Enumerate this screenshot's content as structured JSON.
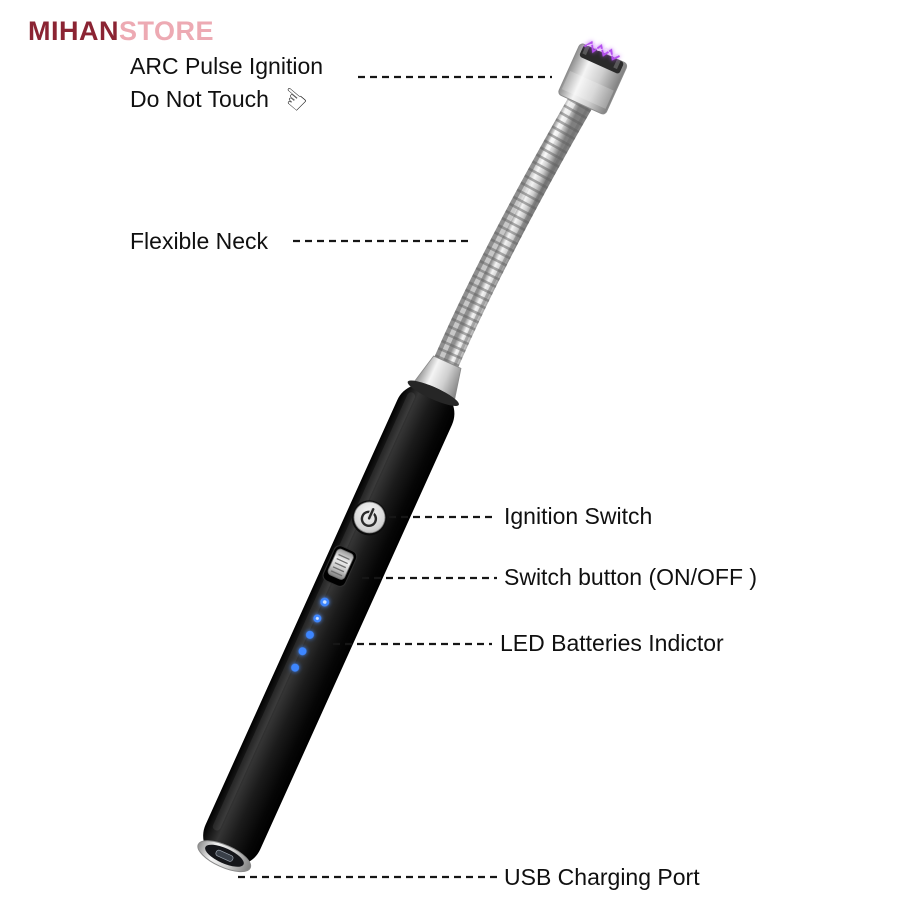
{
  "logo": {
    "prefix": "MIHAN",
    "suffix": "STORE"
  },
  "labels": {
    "arc_line1": "ARC Pulse Ignition",
    "arc_line2": "Do Not Touch",
    "flexible_neck": "Flexible Neck",
    "ignition_switch": "Ignition Switch",
    "switch_button": "Switch button (ON/OFF )",
    "led_indicator": "LED Batteries Indictor",
    "usb_port": "USB Charging Port"
  },
  "icons": {
    "do_not_touch_hand": "☜"
  },
  "colors": {
    "logo_prefix": "#8b2433",
    "logo_suffix": "#edaab3",
    "label_text": "#101010",
    "leader_line": "#161616",
    "led_blue": "#3c86ff",
    "led_core": "#cfe4ff",
    "arc_purple": "#b44df0",
    "arc_core": "#f0d4ff",
    "handle_black": "#111111",
    "metal_silver": "#c9c9c9"
  }
}
